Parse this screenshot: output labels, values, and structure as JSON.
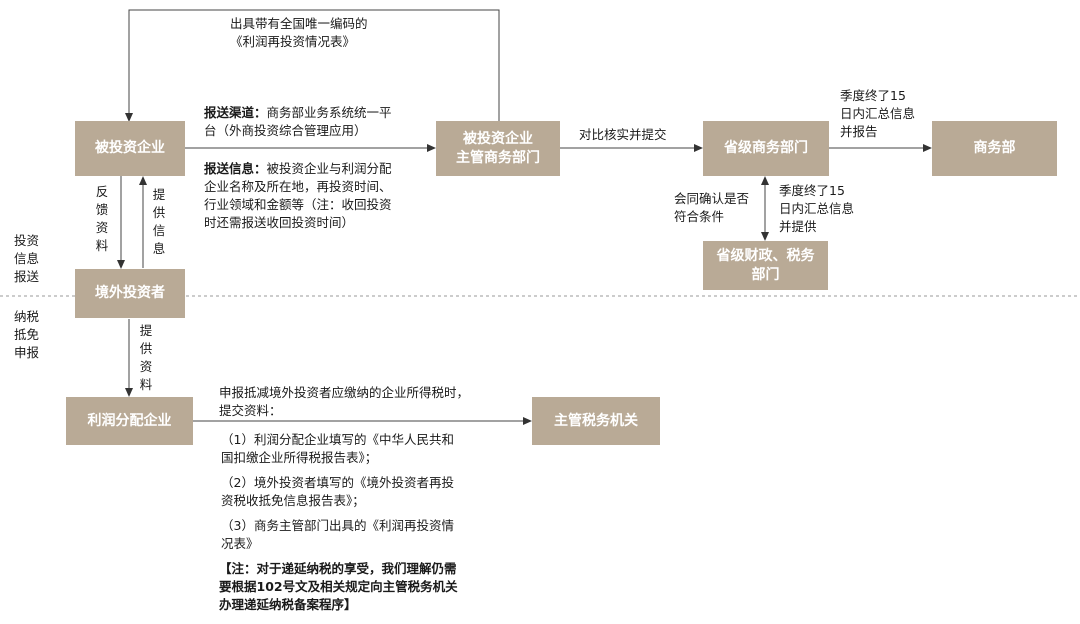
{
  "boxes": {
    "invested": "被投资企业",
    "invested_authority": "被投资企业\n主管商务部门",
    "provincial_commerce": "省级商务部门",
    "mofcom": "商务部",
    "provincial_finance_tax": "省级财政、税务\n部门",
    "foreign_investor": "境外投资者",
    "profit_distributor": "利润分配企业",
    "tax_authority": "主管税务机关"
  },
  "labels": {
    "top_loop": "出具带有全国唯一编码的\n《利润再投资情况表》",
    "channel_title": "报送渠道：",
    "channel_text": "商务部业务系统统一平\n台（外商投资综合管理应用）",
    "info_title": "报送信息：",
    "info_text": "被投资企业与利润分配\n企业名称及所在地，再投资时间、\n行业领域和金额等（注：收回投资\n时还需报送收回投资时间）",
    "verify_submit": "对比核实并提交",
    "quarter_report": "季度终了15\n日内汇总信息\n并报告",
    "contract_confirm": "会同确认是否\n符合条件",
    "quarter_provide": "季度终了15\n日内汇总信息\n并提供",
    "feedback": "反馈资料",
    "provide_info": "提供信息",
    "provide_materials": "提供资料",
    "section_report": "投资\n信息\n报送",
    "section_tax": "纳税\n抵免\n申报",
    "declare_intro": "申报抵减境外投资者应缴纳的企业所得税时，\n提交资料：",
    "item1": "（1）利润分配企业填写的《中华人民共和\n国扣缴企业所得税报告表》；",
    "item2": "（2）境外投资者填写的《境外投资者再投\n资税收抵免信息报告表》；",
    "item3": "（3）商务主管部门出具的《利润再投资情\n况表》",
    "note": "【注：对于递延纳税的享受，我们理解仍需\n要根据102号文及相关规定向主管税务机关\n办理递延纳税备案程序】"
  },
  "colors": {
    "box_fill": "#b9aa96",
    "line": "#444444",
    "divider": "#999999"
  }
}
